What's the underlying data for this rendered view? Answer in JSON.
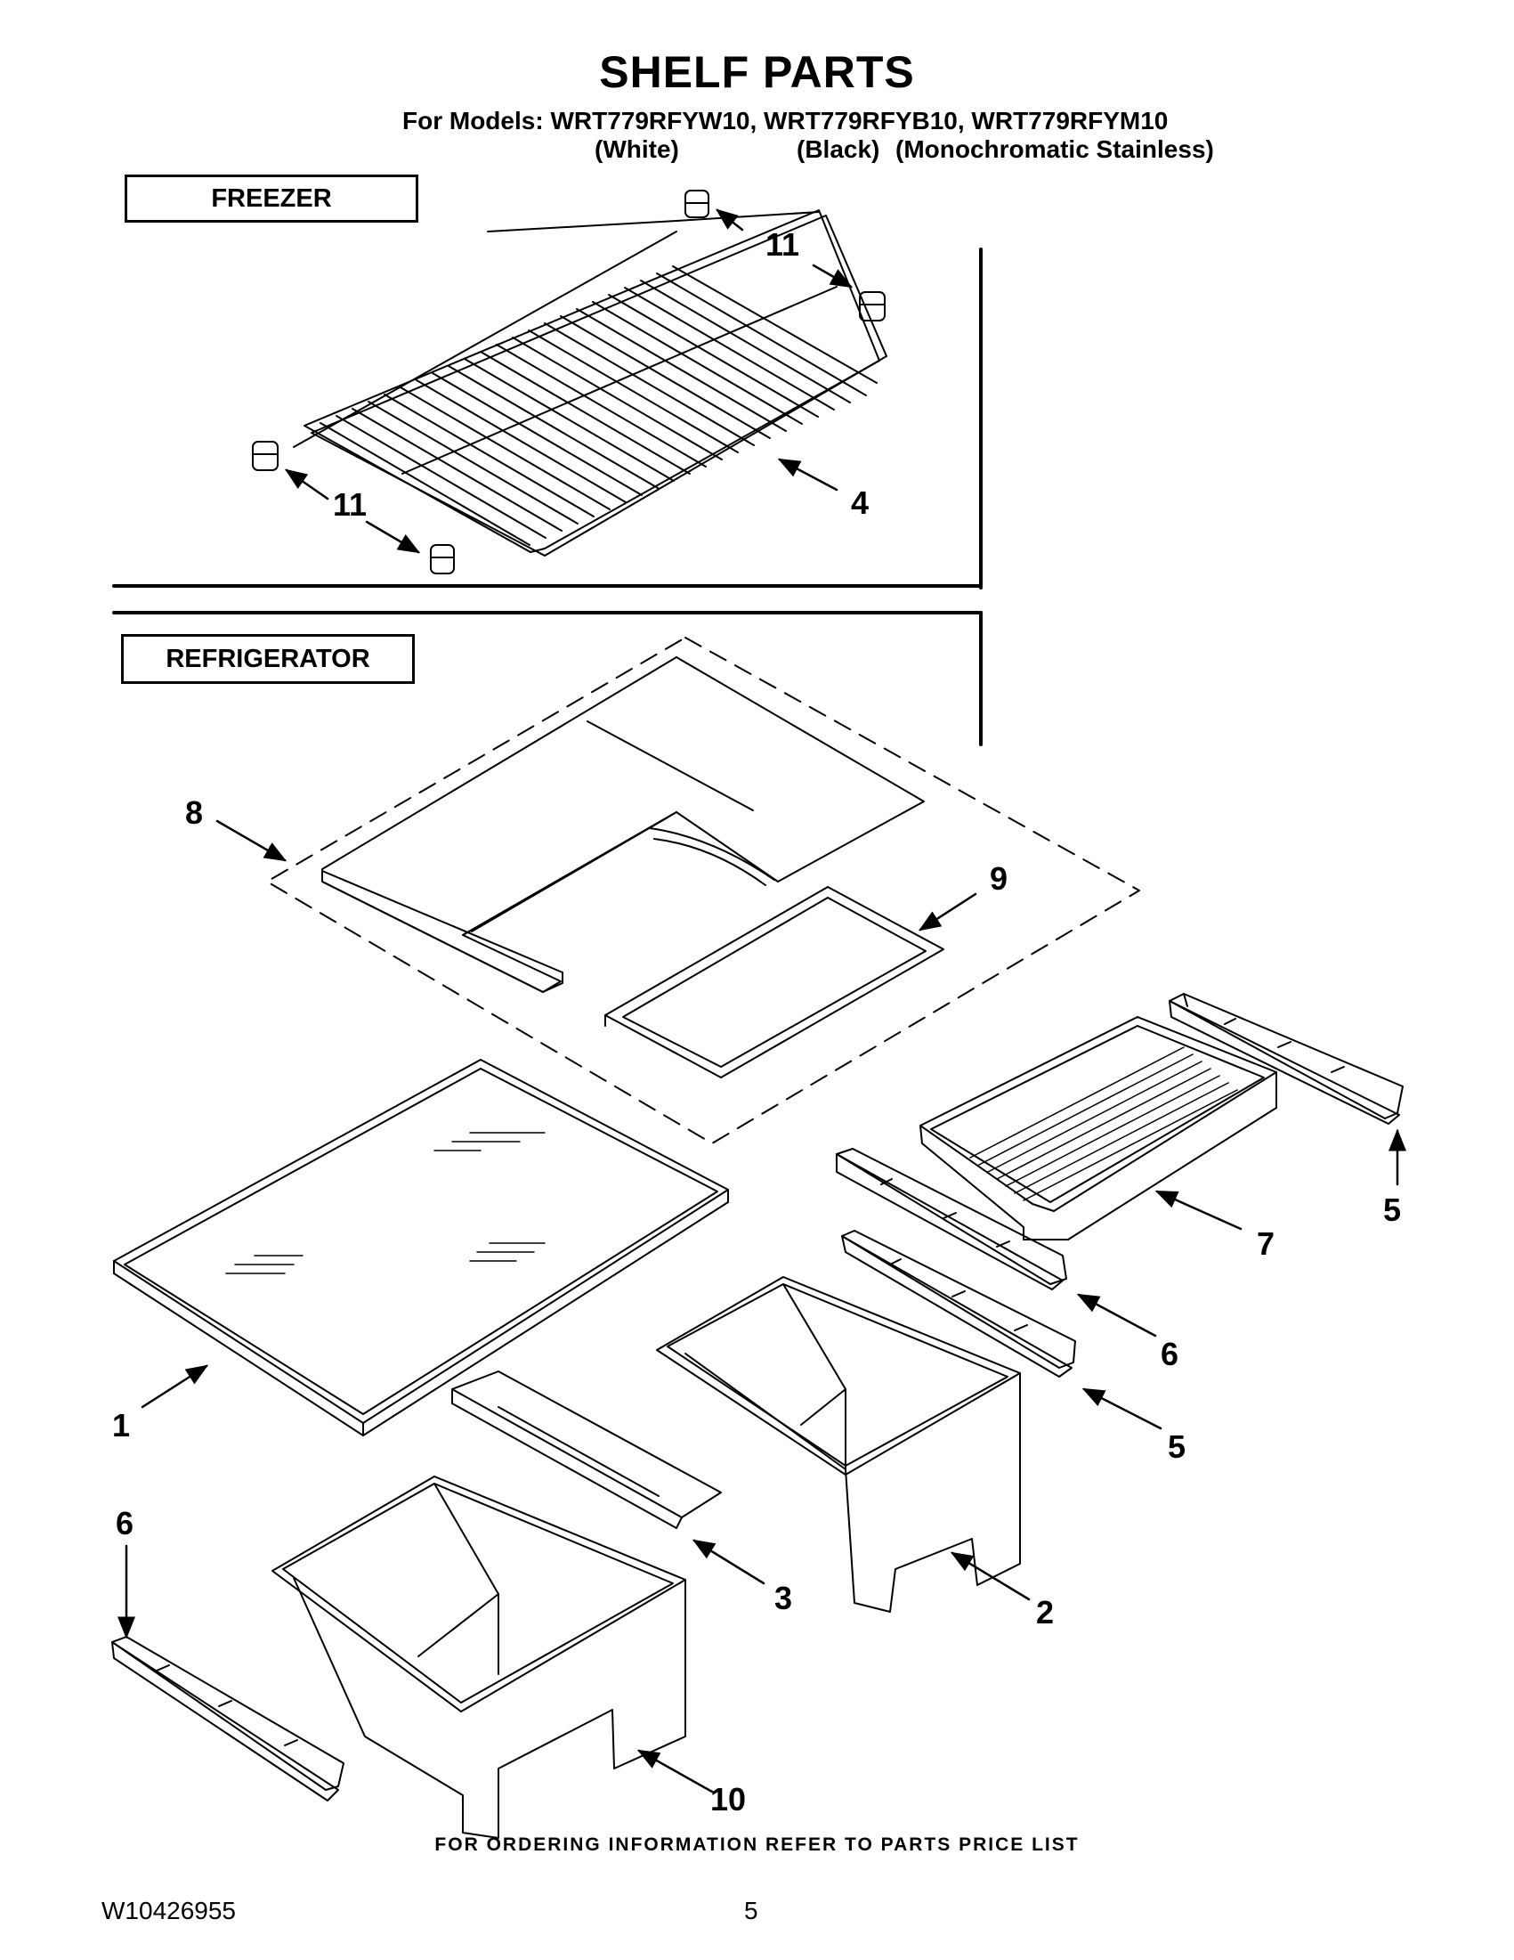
{
  "header": {
    "title": "SHELF PARTS",
    "models_line": "For Models: WRT779RFYW10, WRT779RFYB10, WRT779RFYM10",
    "finish_white": "(White)",
    "finish_black": "(Black)",
    "finish_stainless": "(Monochromatic Stainless)"
  },
  "sections": {
    "freezer": "FREEZER",
    "refrigerator": "REFRIGERATOR"
  },
  "callouts": {
    "c11_top": "11",
    "c4": "4",
    "c11_bottom": "11",
    "c8": "8",
    "c9": "9",
    "c1": "1",
    "c7": "7",
    "c5_right": "5",
    "c6_mid": "6",
    "c5_mid": "5",
    "c6_left": "6",
    "c3": "3",
    "c2": "2",
    "c10": "10"
  },
  "footer": {
    "note": "FOR ORDERING INFORMATION REFER TO PARTS PRICE LIST",
    "doc_number": "W10426955",
    "page_number": "5"
  }
}
